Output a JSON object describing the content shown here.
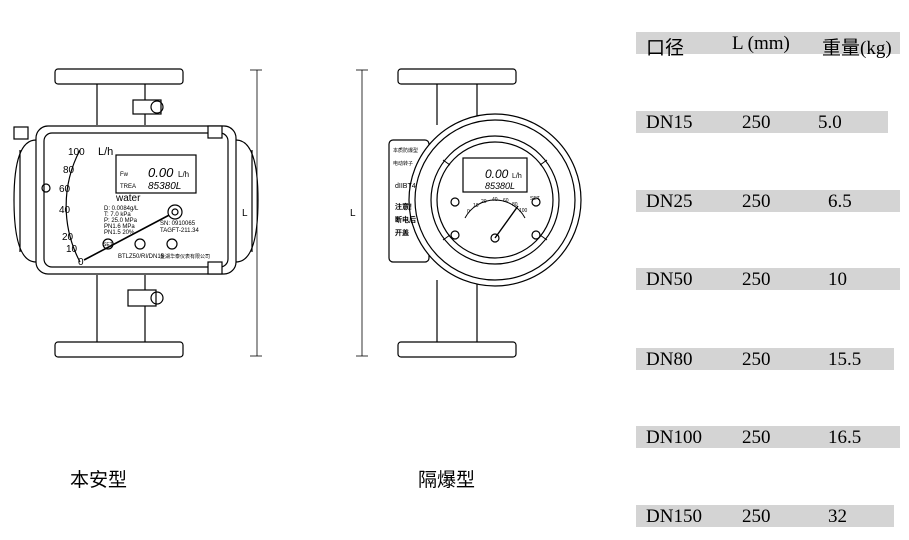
{
  "captions": {
    "standard": "本安型",
    "explosion_proof": "隔爆型"
  },
  "dimension_labels": {
    "left_length": "L",
    "right_length": "L"
  },
  "meter_face": {
    "unit": "L/h",
    "scale_ticks": [
      "100",
      "80",
      "60",
      "40",
      "20",
      "10",
      "0"
    ],
    "medium": "water",
    "display_line1": "0.00",
    "display_line1_unit": "L/h",
    "display_line2": "85380L",
    "display_left_small_1": "Fw",
    "display_left_small_2": "TREA",
    "spec_lines": [
      "D: 0.0084g/L",
      "T: 7.0  kPa",
      "P: 25.0  MPa",
      "PN1.6  MPa",
      "PN1.5  20%"
    ],
    "serial": "SN: 0910065",
    "tag": "TAGFT-211.34",
    "model": "BTLZ50/RI/DN15",
    "maker": "金湖华泰仪表有限公司",
    "set_label": "SET"
  },
  "ex_meter": {
    "display_line1": "0.00",
    "display_line1_unit": "L/h",
    "display_line2": "85380L",
    "scale_ticks": [
      "0",
      "10",
      "20",
      "40",
      "60",
      "80",
      "100"
    ],
    "set_label": "SET",
    "label_plate_lines": [
      "本质防爆型",
      "电动转子",
      "dIIBT4",
      "注意！",
      "断电后",
      "开盖"
    ]
  },
  "table": {
    "headers": [
      "口径",
      "L (mm)",
      "重量(kg)"
    ],
    "rows": [
      [
        "DN15",
        "250",
        "5.0"
      ],
      [
        "DN25",
        "250",
        "6.5"
      ],
      [
        "DN50",
        "250",
        "10"
      ],
      [
        "DN80",
        "250",
        "15.5"
      ],
      [
        "DN100",
        "250",
        "16.5"
      ],
      [
        "DN150",
        "250",
        "32"
      ]
    ],
    "colors": {
      "band": "#d4d4d4",
      "text": "#000000"
    }
  }
}
